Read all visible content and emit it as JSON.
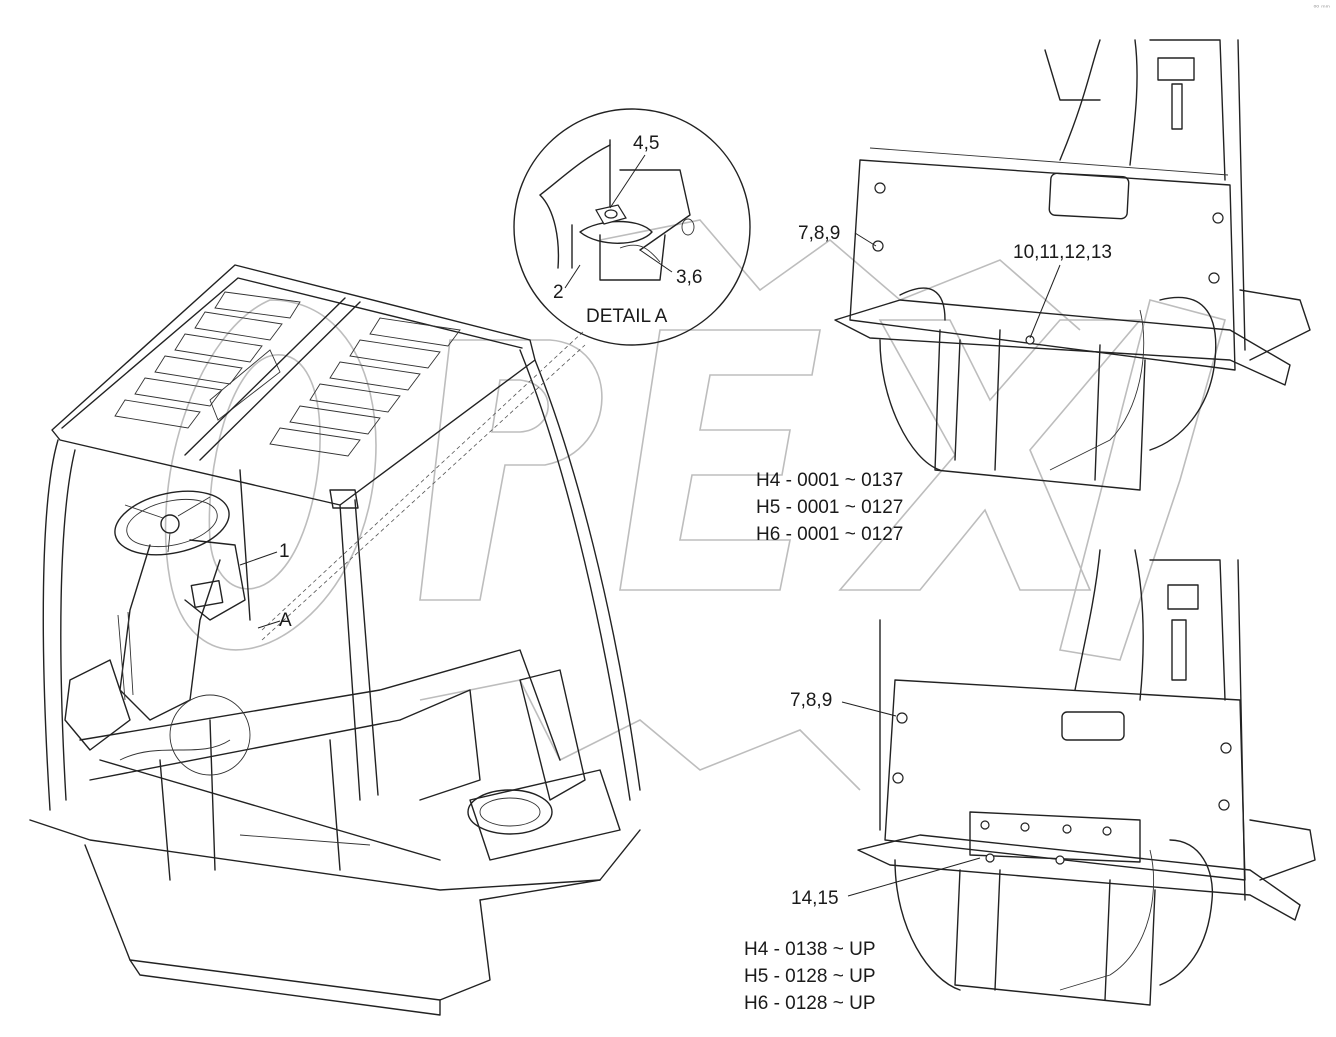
{
  "watermark": {
    "text": "OPEX",
    "color": "#bdbdbd"
  },
  "detail": {
    "title": "DETAIL  A"
  },
  "callouts": {
    "c1": "1",
    "cA": "A",
    "c2": "2",
    "c45": "4,5",
    "c36": "3,6",
    "c789_top": "7,8,9",
    "c10_13": "10,11,12,13",
    "c789_bottom": "7,8,9",
    "c1415": "14,15"
  },
  "serials_top": [
    "H4 - 0001 ~ 0137",
    "H5 - 0001 ~ 0127",
    "H6 - 0001 ~ 0127"
  ],
  "serials_bottom": [
    "H4 - 0138 ~ UP",
    "H5 - 0128 ~ UP",
    "H6 - 0128 ~ UP"
  ],
  "line_color": "#222222",
  "corner_mark": "⁰⁰ ᵐᵐ"
}
